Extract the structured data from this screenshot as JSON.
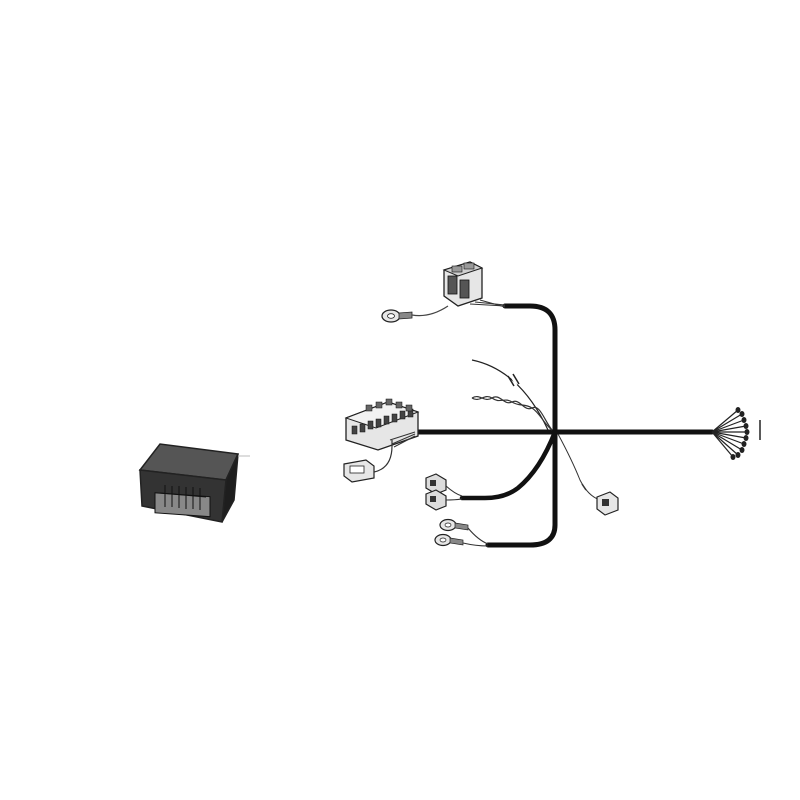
{
  "figure": {
    "kind": "wiring harness product illustration",
    "background_color": "#ffffff",
    "trunk_color": "#111111",
    "component_fill": "#e6e6e6",
    "module_color": "#3a3a3a"
  },
  "components": [
    {
      "id": "control-module",
      "icon": "black-control-box"
    },
    {
      "id": "upper-relay-connector",
      "icon": "relay-block-connector"
    },
    {
      "id": "upper-ring-terminal",
      "icon": "ring-terminal"
    },
    {
      "id": "main-harness-connector",
      "icon": "multi-pin-connector"
    },
    {
      "id": "small-plug-left",
      "icon": "two-pin-plug"
    },
    {
      "id": "twisted-pair-wire",
      "icon": "twisted-pair"
    },
    {
      "id": "antenna-lead",
      "icon": "thin-lead"
    },
    {
      "id": "double-plug",
      "icon": "spade-plug-pair"
    },
    {
      "id": "lower-ring-terminals",
      "icon": "ring-terminal-pair"
    },
    {
      "id": "small-plug-right",
      "icon": "single-plug"
    },
    {
      "id": "wire-fan-out",
      "icon": "loose-wire-ends"
    }
  ]
}
